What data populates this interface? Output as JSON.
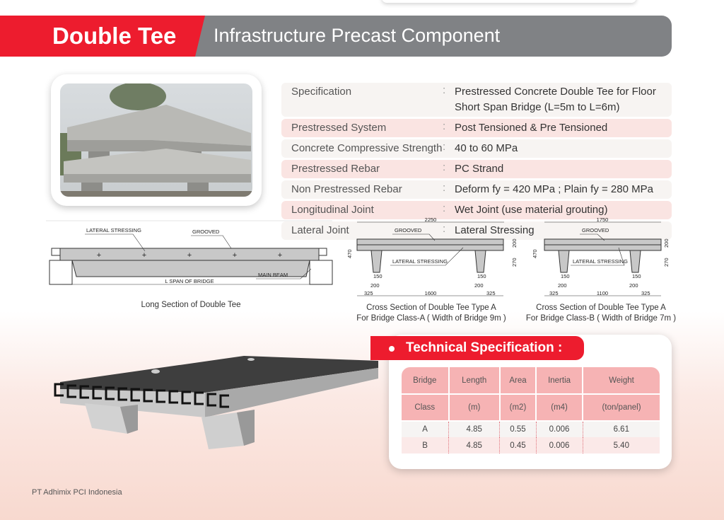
{
  "header": {
    "title": "Double Tee",
    "subtitle": "Infrastructure Precast Component"
  },
  "specs": [
    {
      "label": "Specification",
      "value": "Prestressed Concrete Double Tee for Floor Short Span Bridge (L=5m to L=6m)"
    },
    {
      "label": "Prestressed System",
      "value": "Post Tensioned & Pre Tensioned"
    },
    {
      "label": "Concrete Compressive Strength",
      "value": "40 to 60 MPa"
    },
    {
      "label": "Prestressed Rebar",
      "value": "PC Strand"
    },
    {
      "label": "Non Prestressed Rebar",
      "value": "Deform fy = 420 MPa ; Plain fy = 280 MPa"
    },
    {
      "label": "Longitudinal Joint",
      "value": "Wet Joint (use material grouting)"
    },
    {
      "label": "Lateral Joint",
      "value": "Lateral Stressing"
    }
  ],
  "separator": ":",
  "long_section": {
    "lateral_stressing": "LATERAL STRESSING",
    "grooved": "GROOVED",
    "main_beam": "MAIN BEAM",
    "span": "L SPAN OF BRIDGE",
    "caption": "Long Section of Double Tee"
  },
  "cross_a": {
    "width": "2250",
    "grooved": "GROOVED",
    "lateral": "LATERAL STRESSING",
    "h": "470",
    "h1": "200",
    "h2": "270",
    "w150": "150",
    "w200": "200",
    "left": "325",
    "mid": "1600",
    "right": "325",
    "caption1": "Cross Section of Double Tee Type A",
    "caption2": "For Bridge Class-A ( Width of Bridge 9m )"
  },
  "cross_b": {
    "width": "1750",
    "grooved": "GROOVED",
    "lateral": "LATERAL STRESSING",
    "h": "470",
    "h1": "200",
    "h2": "270",
    "w150": "150",
    "w200": "200",
    "left": "325",
    "mid": "1100",
    "right": "325",
    "caption1": "Cross Section of Double Tee Type A",
    "caption2": "For Bridge Class-B ( Width of Bridge 7m )"
  },
  "tech": {
    "title": "Technical Specification :",
    "head1": [
      "Bridge",
      "Length",
      "Area",
      "Inertia",
      "Weight"
    ],
    "head2": [
      "Class",
      "(m)",
      "(m2)",
      "(m4)",
      "(ton/panel)"
    ],
    "rows": [
      [
        "A",
        "4.85",
        "0.55",
        "0.006",
        "6.61"
      ],
      [
        "B",
        "4.85",
        "0.45",
        "0.006",
        "5.40"
      ]
    ]
  },
  "footer": "PT Adhimix PCI Indonesia",
  "colors": {
    "brand_red": "#ed1c2e",
    "header_gray": "#808285",
    "table_pink": "#f6b3b4"
  }
}
